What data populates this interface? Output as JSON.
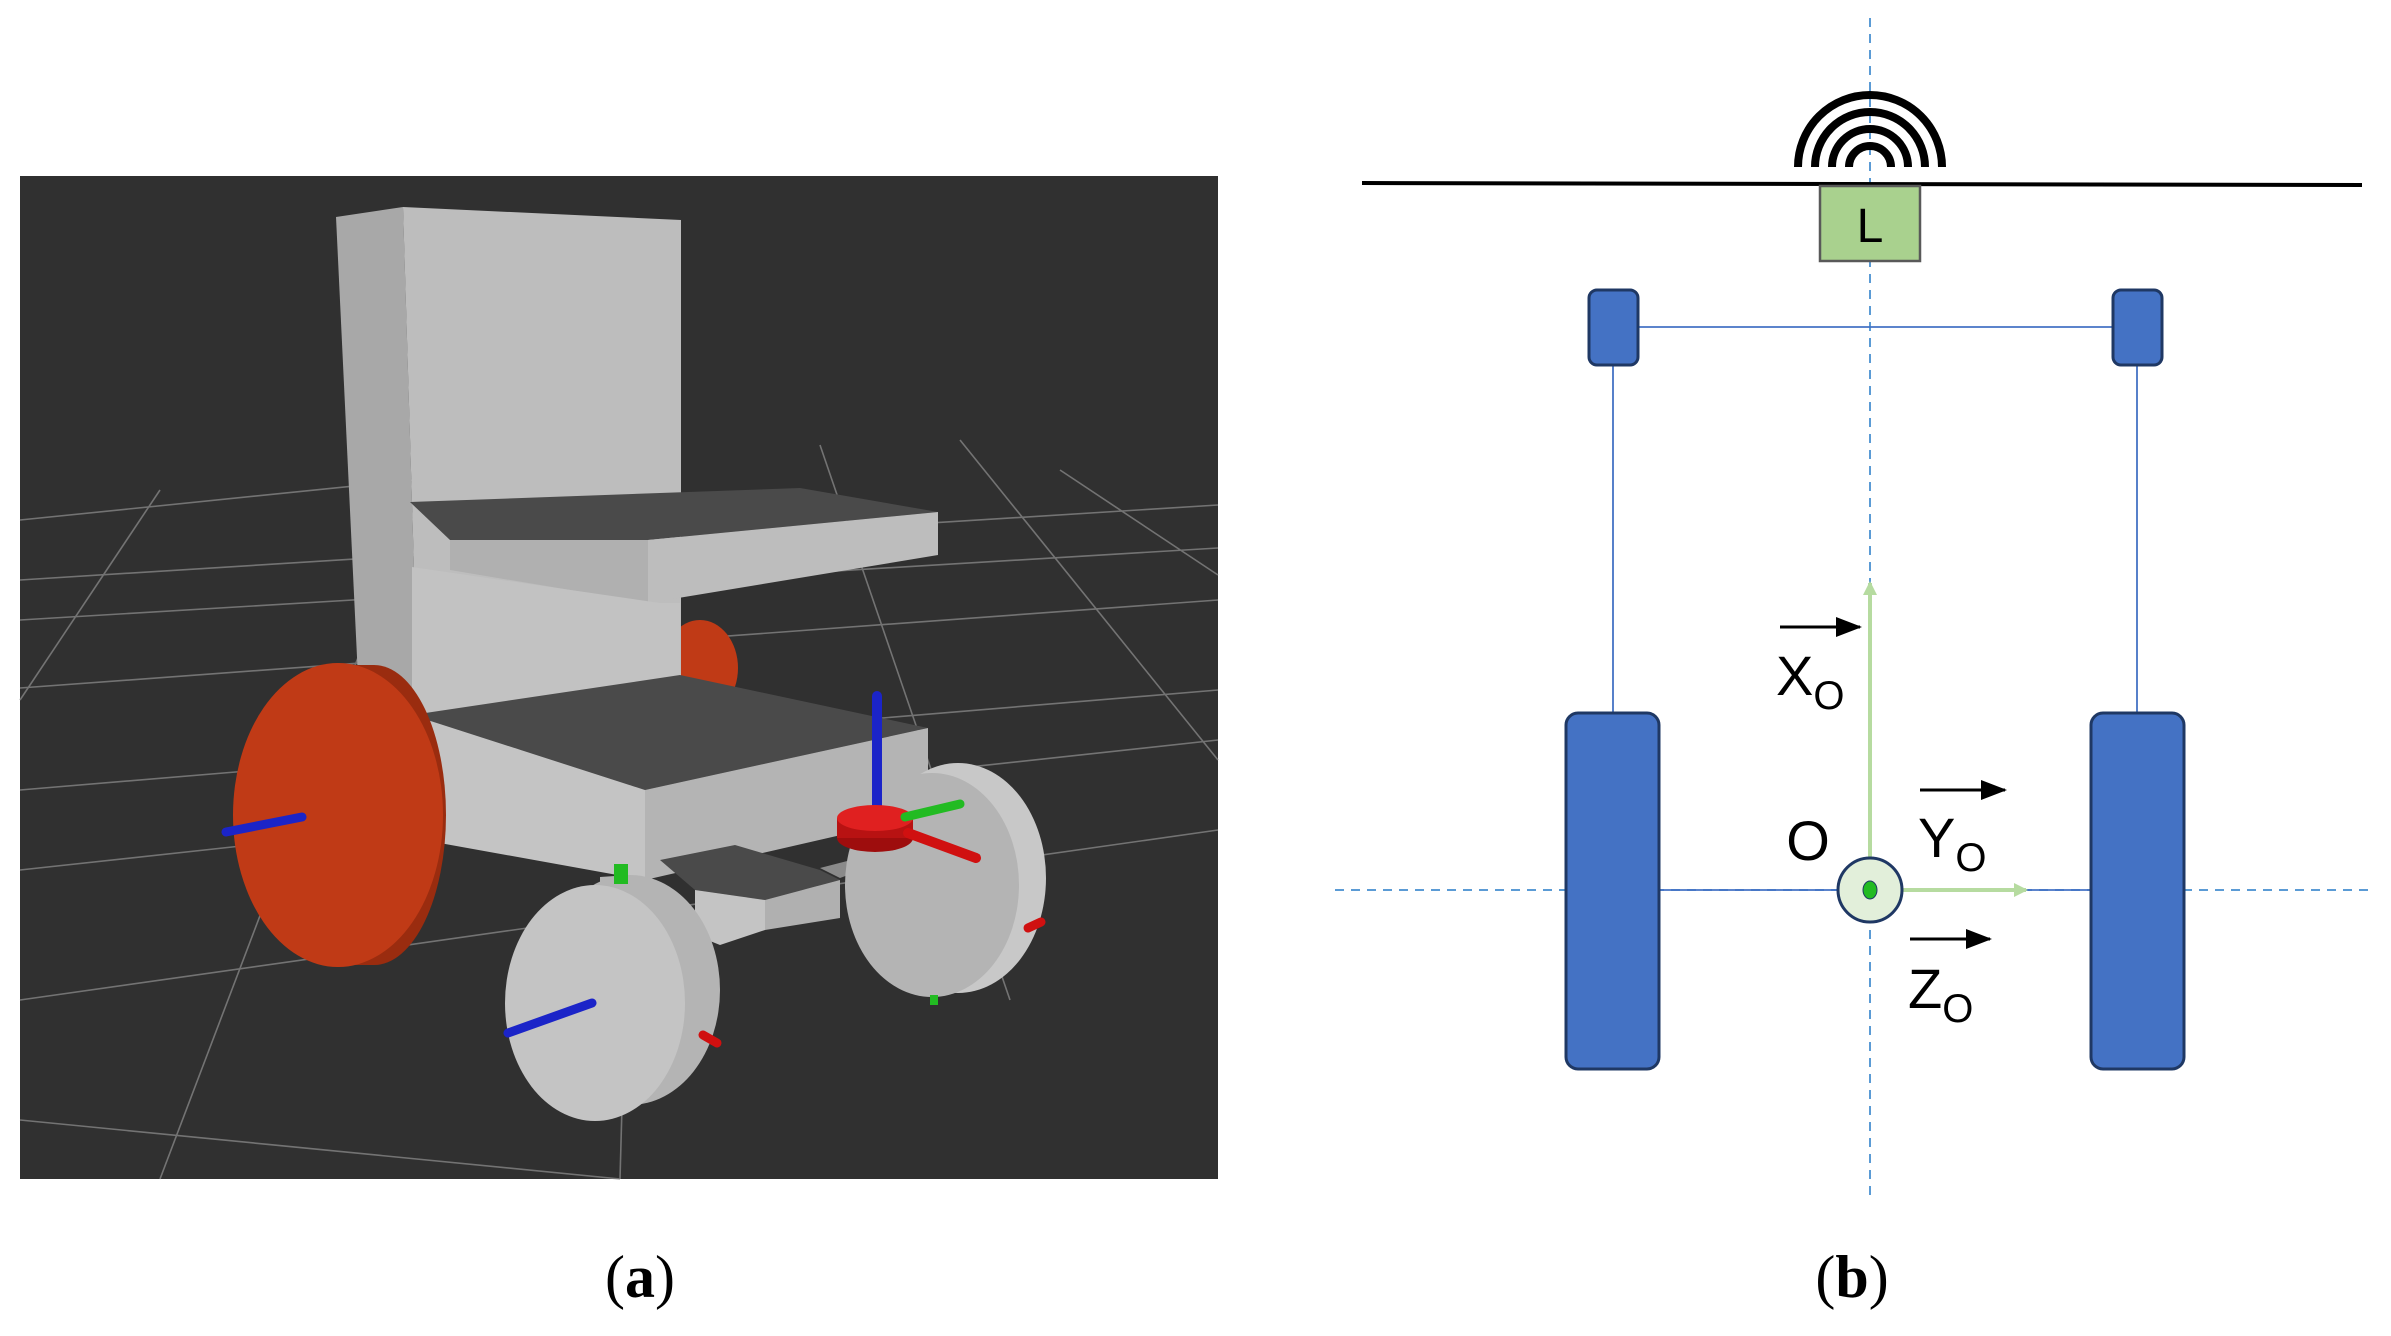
{
  "panel_a": {
    "caption_letter": "a"
  },
  "panel_b": {
    "caption_letter": "b",
    "lidar_label": "L",
    "origin_label": "O",
    "axis_x": {
      "letter": "X",
      "subscript": "O"
    },
    "axis_y": {
      "letter": "Y",
      "subscript": "O"
    },
    "axis_z": {
      "letter": "Z",
      "subscript": "O"
    }
  },
  "colors": {
    "viewport_background": "#303030",
    "grid_lines": "#8a8a8a",
    "chair_body": "#bdbdbd",
    "chair_dark_face": "#4a4a4a",
    "drive_wheel": "#c03a16",
    "axis_red": "#d01010",
    "axis_green": "#22bb22",
    "axis_blue": "#1b24c8",
    "wheel_blue": "#4472c4",
    "wheel_outline": "#1f3864",
    "lidar_box": "#a9d18e",
    "axis_arrow_green": "#b6dba0",
    "dashed_axis": "#5b9bd5"
  }
}
